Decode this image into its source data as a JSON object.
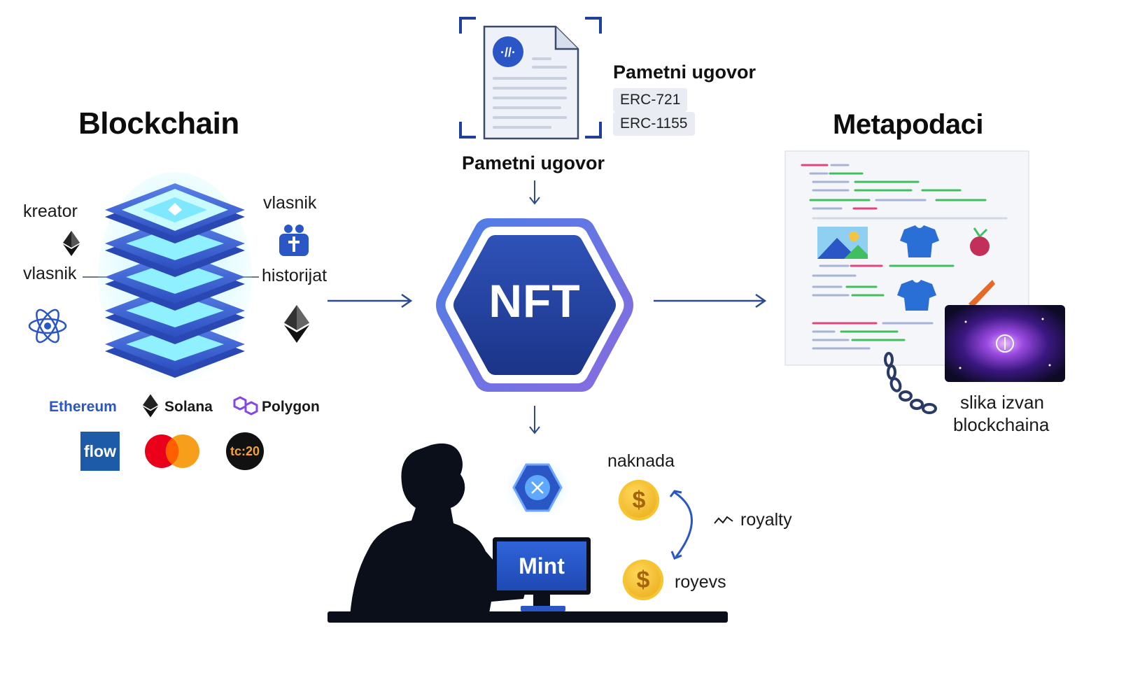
{
  "blockchain": {
    "title": "Blockchain",
    "labels": {
      "kreator": "kreator",
      "vlasnik_left": "vlasnik",
      "vlasnik_right": "vlasnik",
      "historijat": "historijat"
    },
    "networks": {
      "ethereum": "Ethereum",
      "solana": "Solana",
      "polygon": "Polygon",
      "flow": "flow",
      "tc20": "tc:20"
    }
  },
  "contract": {
    "title": "Pametni ugovor",
    "standards": [
      "ERC-721",
      "ERC-1155"
    ],
    "caption": "Pametni ugovor"
  },
  "nft": {
    "label": "NFT"
  },
  "metadata": {
    "title": "Metapodaci",
    "offchain_caption_line1": "slika izvan",
    "offchain_caption_line2": "blockchaina"
  },
  "mint": {
    "button_label": "Mint"
  },
  "royalty": {
    "naknada": "naknada",
    "royalty": "royalty",
    "royevs": "royevs",
    "coin_symbol": "$"
  },
  "colors": {
    "accent_blue": "#2a56c6",
    "deep_blue": "#1f3f9a",
    "arrow": "#2c4a8f",
    "ethereum_text": "#2a56c6",
    "polygon_purple": "#8247e5",
    "flow_bg": "#1d5aa8",
    "coin_gold": "#f2b51c"
  }
}
